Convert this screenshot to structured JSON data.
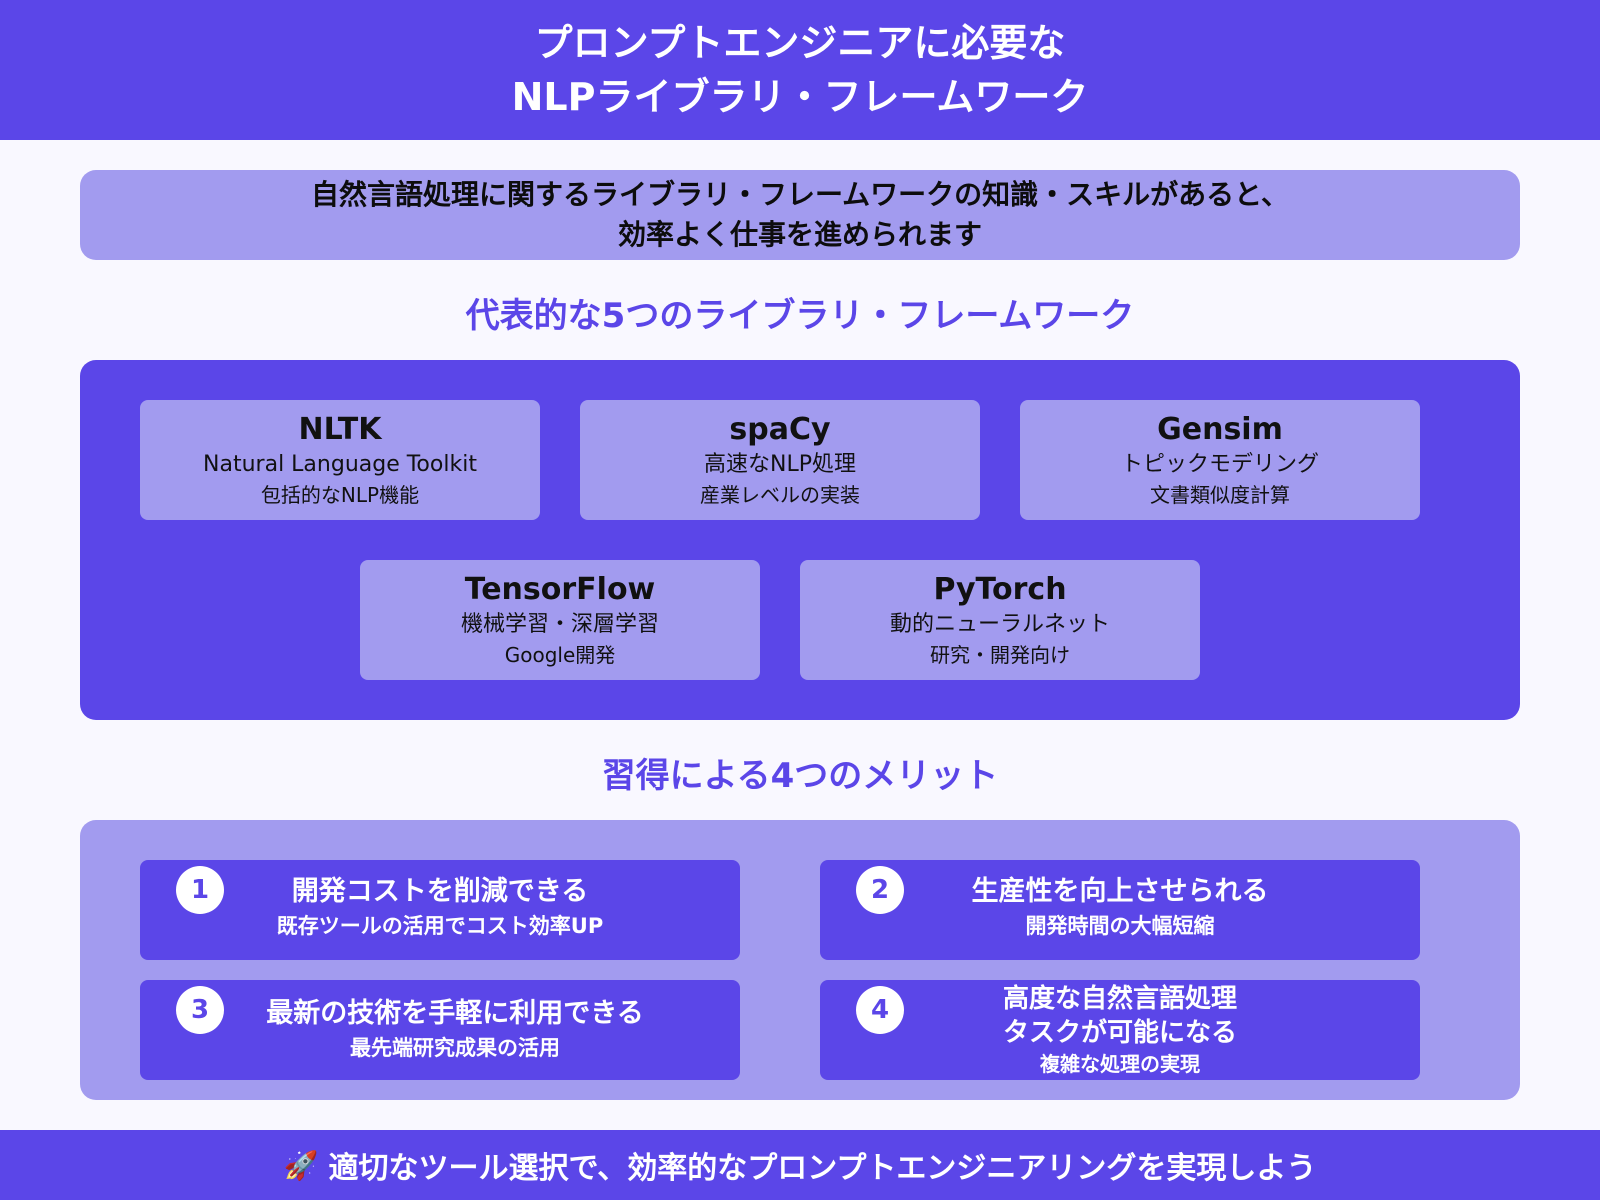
{
  "header": {
    "title_line1": "プロンプトエンジニアに必要な",
    "title_line2": "NLPライブラリ・フレームワーク"
  },
  "intro": {
    "line1": "自然言語処理に関するライブラリ・フレームワークの知識・スキルがあると、",
    "line2": "効率よく仕事を進められます"
  },
  "libraries_section": {
    "title": "代表的な5つのライブラリ・フレームワーク",
    "items": [
      {
        "name": "NLTK",
        "desc": "Natural Language Toolkit",
        "sub": "包括的なNLP機能"
      },
      {
        "name": "spaCy",
        "desc": "高速なNLP処理",
        "sub": "産業レベルの実装"
      },
      {
        "name": "Gensim",
        "desc": "トピックモデリング",
        "sub": "文書類似度計算"
      },
      {
        "name": "TensorFlow",
        "desc": "機械学習・深層学習",
        "sub": "Google開発"
      },
      {
        "name": "PyTorch",
        "desc": "動的ニューラルネット",
        "sub": "研究・開発向け"
      }
    ]
  },
  "merits_section": {
    "title": "習得による4つのメリット",
    "items": [
      {
        "number": "1",
        "title": "開発コストを削減できる",
        "sub": "既存ツールの活用でコスト効率UP"
      },
      {
        "number": "2",
        "title": "生産性を向上させられる",
        "sub": "開発時間の大幅短縮"
      },
      {
        "number": "3",
        "title": "最新の技術を手軽に利用できる",
        "sub": "最先端研究成果の活用"
      },
      {
        "number": "4",
        "title_line1": "高度な自然言語処理",
        "title_line2": "タスクが可能になる",
        "sub": "複雑な処理の実現"
      }
    ]
  },
  "footer": {
    "icon": "🚀",
    "text": "適切なツール選択で、効率的なプロンプトエンジニアリングを実現しよう"
  },
  "colors": {
    "primary": "#5b46e8",
    "secondary": "#a29bef",
    "background": "#f9f8ff"
  }
}
